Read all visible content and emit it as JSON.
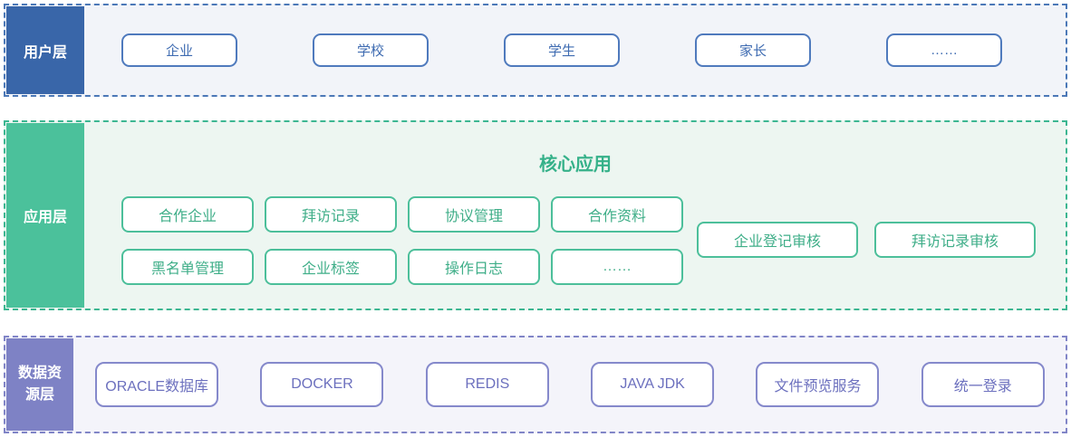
{
  "theme": {
    "page-bg": "#ffffff",
    "user-accent": "#3966a9",
    "user-border": "#4b78b7",
    "user-bg": "#f2f4f9",
    "user-box-border": "#4f7abd",
    "user-box-text": "#3e6bb1",
    "app-accent": "#4bc19b",
    "app-border": "#3cb691",
    "app-bg": "#edf6f1",
    "app-box-border": "#4cbf9a",
    "app-box-text": "#3fae88",
    "app-title": "#35b189",
    "data-accent": "#7e82c5",
    "data-border": "#8185c7",
    "data-bg": "#f4f4fa",
    "data-box-border": "#8589cb",
    "data-box-text": "#6c70be"
  },
  "layers": {
    "user": {
      "label": "用户层",
      "items": [
        "企业",
        "学校",
        "学生",
        "家长",
        "……"
      ]
    },
    "app": {
      "label": "应用层",
      "title": "核心应用",
      "grid_items": [
        "合作企业",
        "拜访记录",
        "协议管理",
        "合作资料",
        "黑名单管理",
        "企业标签",
        "操作日志",
        "……"
      ],
      "side_items": [
        "企业登记审核",
        "拜访记录审核"
      ]
    },
    "data": {
      "label": "数据资源层",
      "items": [
        "ORACLE数据库",
        "DOCKER",
        "REDIS",
        "JAVA JDK",
        "文件预览服务",
        "统一登录"
      ]
    }
  }
}
